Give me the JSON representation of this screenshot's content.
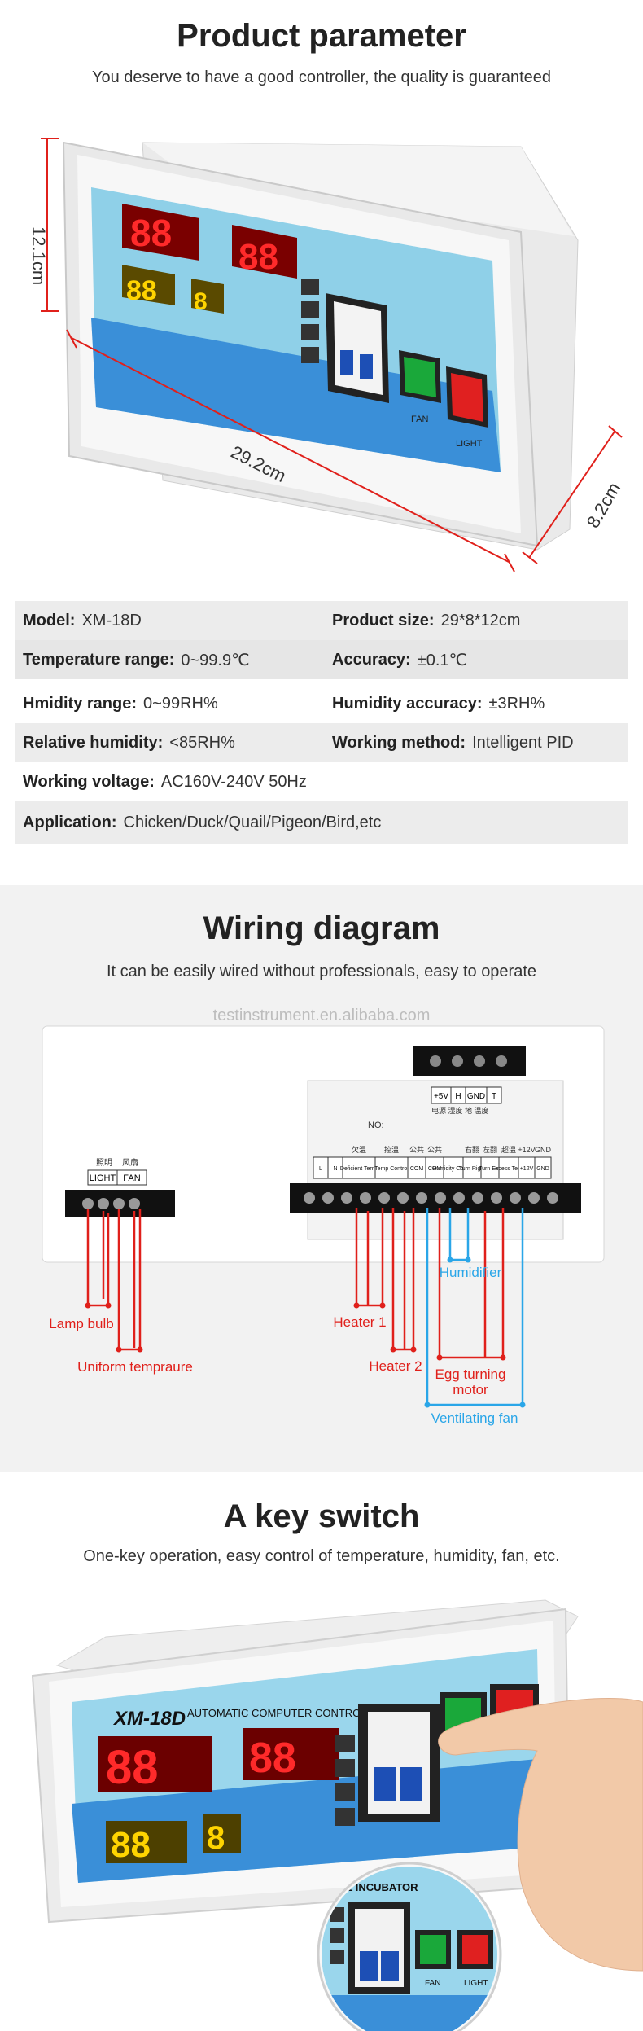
{
  "section1": {
    "title": "Product parameter",
    "subtitle": "You deserve to have a good controller, the quality is guaranteed",
    "dims": {
      "height": "12.1cm",
      "length": "29.2cm",
      "depth": "8.2cm"
    },
    "panel": {
      "fan": "FAN",
      "light": "LIGHT"
    }
  },
  "params": [
    {
      "left": {
        "k": "Model:",
        "v": "XM-18D"
      },
      "right": {
        "k": "Product size:",
        "v": "29*8*12cm"
      }
    },
    {
      "left": {
        "k": "Temperature range:",
        "v": "0~99.9℃"
      },
      "right": {
        "k": "Accuracy:",
        "v": "±0.1℃"
      }
    },
    {
      "left": {
        "k": "Hmidity range:",
        "v": "0~99RH%"
      },
      "right": {
        "k": "Humidity accuracy:",
        "v": "±3RH%"
      }
    },
    {
      "left": {
        "k": "Relative humidity:",
        "v": "<85RH%"
      },
      "right": {
        "k": "Working method:",
        "v": "Intelligent PID"
      }
    },
    {
      "left": {
        "k": "Working voltage:",
        "v": "AC160V-240V 50Hz"
      }
    },
    {
      "left": {
        "k": "Application:",
        "v": "Chicken/Duck/Quail/Pigeon/Bird,etc"
      }
    }
  ],
  "section2": {
    "title": "Wiring diagram",
    "subtitle": "It can be easily wired without professionals, easy to operate",
    "watermark": "testinstrument.en.alibaba.com",
    "sensor_labels": [
      "+5V",
      "H",
      "GND",
      "T"
    ],
    "sensor_cn": "电源 湿度 地 温度",
    "no_label": "NO:",
    "small_block": {
      "cn1": "照明",
      "cn2": "风扇",
      "light": "LIGHT",
      "fan": "FAN"
    },
    "terminals": [
      "L",
      "N",
      "Deficient Temp",
      "Temp Control",
      "COM",
      "COM",
      "Humidity Control",
      "Turn Right",
      "Turn Left",
      "Excess Temp",
      "+12V",
      "GND"
    ],
    "terminal_cn": [
      "",
      "",
      "欠温",
      "控温",
      "公共",
      "公共",
      "",
      "右翻",
      "左翻",
      "超温",
      "+12V",
      "GND"
    ],
    "labels": {
      "lamp": "Lamp bulb",
      "uniform": "Uniform tempraure",
      "heater1": "Heater 1",
      "heater2": "Heater 2",
      "humidifier": "Humidifier",
      "egg1": "Egg turning",
      "egg2": "motor",
      "fan": "Ventilating fan"
    }
  },
  "section3": {
    "title": "A key switch",
    "subtitle": "One-key operation, easy control of temperature, humidity, fan, etc.",
    "brand": "XM-18D",
    "banner": "AUTOMATIC COMPUTER CONTROL INCUBATOR",
    "zoom_banner": "TROL INCUBATOR",
    "fan": "FAN",
    "light": "LIGHT"
  },
  "colors": {
    "red": "#e0201b",
    "blue": "#2aa6e8",
    "led_red": "#ff2a2a",
    "led_yellow": "#ffd400",
    "panel_blue": "#3a8fd8"
  }
}
